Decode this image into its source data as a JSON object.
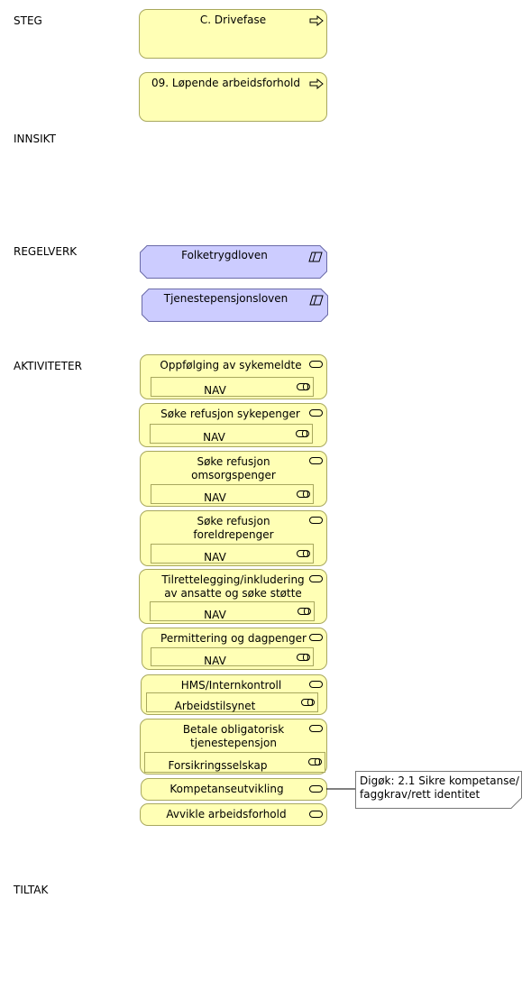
{
  "lanes": {
    "steg": "STEG",
    "innsikt": "INNSIKT",
    "regelverk": "REGELVERK",
    "aktiviteter": "AKTIVITETER",
    "tiltak": "TILTAK"
  },
  "steg": [
    {
      "label": "C. Drivefase",
      "icon": "process-arrow-icon"
    },
    {
      "label": "09. Løpende arbeidsforhold",
      "icon": "process-arrow-icon"
    }
  ],
  "regelverk": [
    {
      "label": "Folketrygdloven",
      "icon": "requirement-icon"
    },
    {
      "label": "Tjenestepensjonsloven",
      "icon": "requirement-icon"
    }
  ],
  "activities": [
    {
      "label": "Oppfølging av sykemeldte",
      "role": "NAV"
    },
    {
      "label": "Søke refusjon sykepenger",
      "role": "NAV"
    },
    {
      "label": "Søke refusjon omsorgspenger",
      "role": "NAV"
    },
    {
      "label": "Søke refusjon foreldrepenger",
      "role": "NAV"
    },
    {
      "label": "Tilrettelegging/inkludering av ansatte og søke støtte",
      "role": "NAV"
    },
    {
      "label": "Permittering og dagpenger",
      "role": "NAV"
    },
    {
      "label": "HMS/Internkontroll",
      "role": "Arbeidstilsynet"
    },
    {
      "label": "Betale obligatorisk tjenestepensjon",
      "role": "Forsikringsselskap"
    },
    {
      "label": "Kompetanseutvikling"
    },
    {
      "label": "Avvikle arbeidsforhold"
    }
  ],
  "note": {
    "text": "Digøk: 2.1 Sikre kompetanse/ faggkrav/rett identitet"
  },
  "icons": [
    "process-arrow-icon",
    "requirement-icon",
    "service-icon",
    "role-icon"
  ],
  "colors": {
    "business": "#ffffb5",
    "motivation": "#ccccff",
    "border": "#a8a85e"
  }
}
